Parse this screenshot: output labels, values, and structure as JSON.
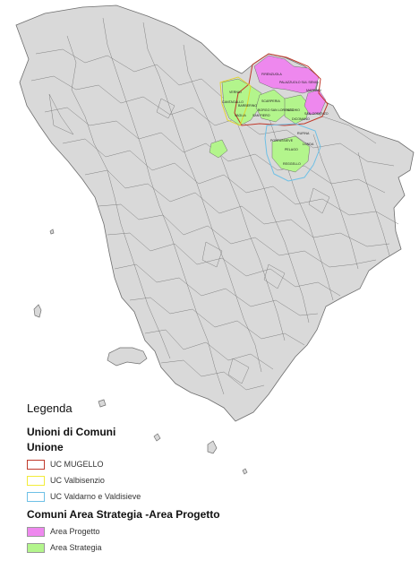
{
  "colors": {
    "land": "#d9d9d9",
    "border": "#6e6e6e",
    "area_progetto": "#ee88ee",
    "area_strategia": "#b3f58c",
    "uc_mugello": "#c0392b",
    "uc_valbisenzio": "#f2ec3a",
    "uc_valdarno": "#6ec0e6"
  },
  "legend": {
    "title": "Legenda",
    "unioni_heading": "Unioni di Comuni",
    "unione_heading": "Unione",
    "unioni": [
      {
        "label": "UC MUGELLO",
        "color": "#c0392b"
      },
      {
        "label": "UC Valbisenzio",
        "color": "#f2ec3a"
      },
      {
        "label": "UC Valdarno e Valdisieve",
        "color": "#6ec0e6"
      }
    ],
    "aree_heading": "Comuni Area Strategia -Area Progetto",
    "aree": [
      {
        "label": "Area Progetto",
        "color": "#ee88ee"
      },
      {
        "label": "Area Strategia",
        "color": "#b3f58c"
      }
    ]
  },
  "map_labels": [
    "FIRENZUOLA",
    "PALAZZUOLO SUL SENIO",
    "MARRADI",
    "VERNIO",
    "CANTAGALLO",
    "BARBERINO",
    "SCARPERIA",
    "BORGO SAN LORENZO",
    "VICCHIO",
    "DICOMANO",
    "VAGLIA",
    "SAN PIERO",
    "RUFINA",
    "PELAGO",
    "PONTASSIEVE",
    "LONDA",
    "SAN GODENZO",
    "REGGELLO"
  ]
}
